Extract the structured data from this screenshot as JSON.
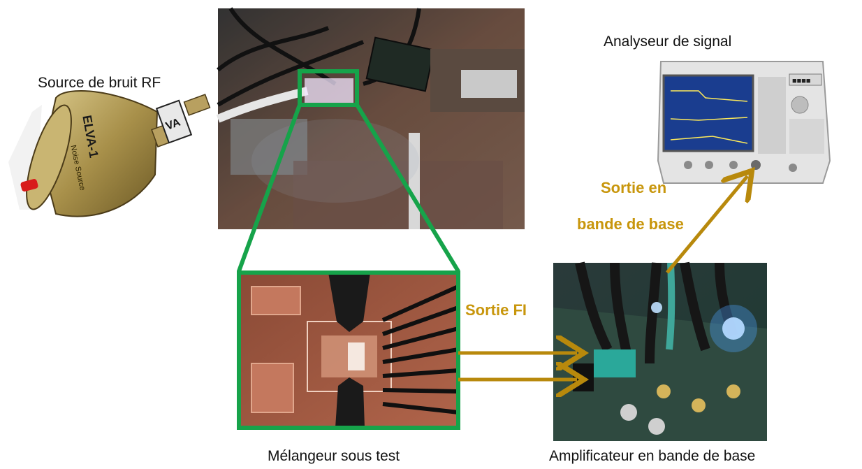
{
  "labels": {
    "noise_source": "Source de bruit RF",
    "signal_analyzer": "Analyseur de signal",
    "mixer": "Mélangeur sous test",
    "baseband_amp": "Amplificateur en bande de base"
  },
  "arrow_labels": {
    "if_output": "Sortie FI",
    "baseband_output_line1": "Sortie en",
    "baseband_output_line2": "bande de base"
  },
  "device_text": {
    "noise_source_brand": "ELVA-1",
    "noise_source_model": "Noise Source",
    "analyzer_display": "■■■■"
  },
  "colors": {
    "zoom_frame": "#16a34a",
    "arrow": "#b8890c",
    "label_text": "#111111"
  }
}
